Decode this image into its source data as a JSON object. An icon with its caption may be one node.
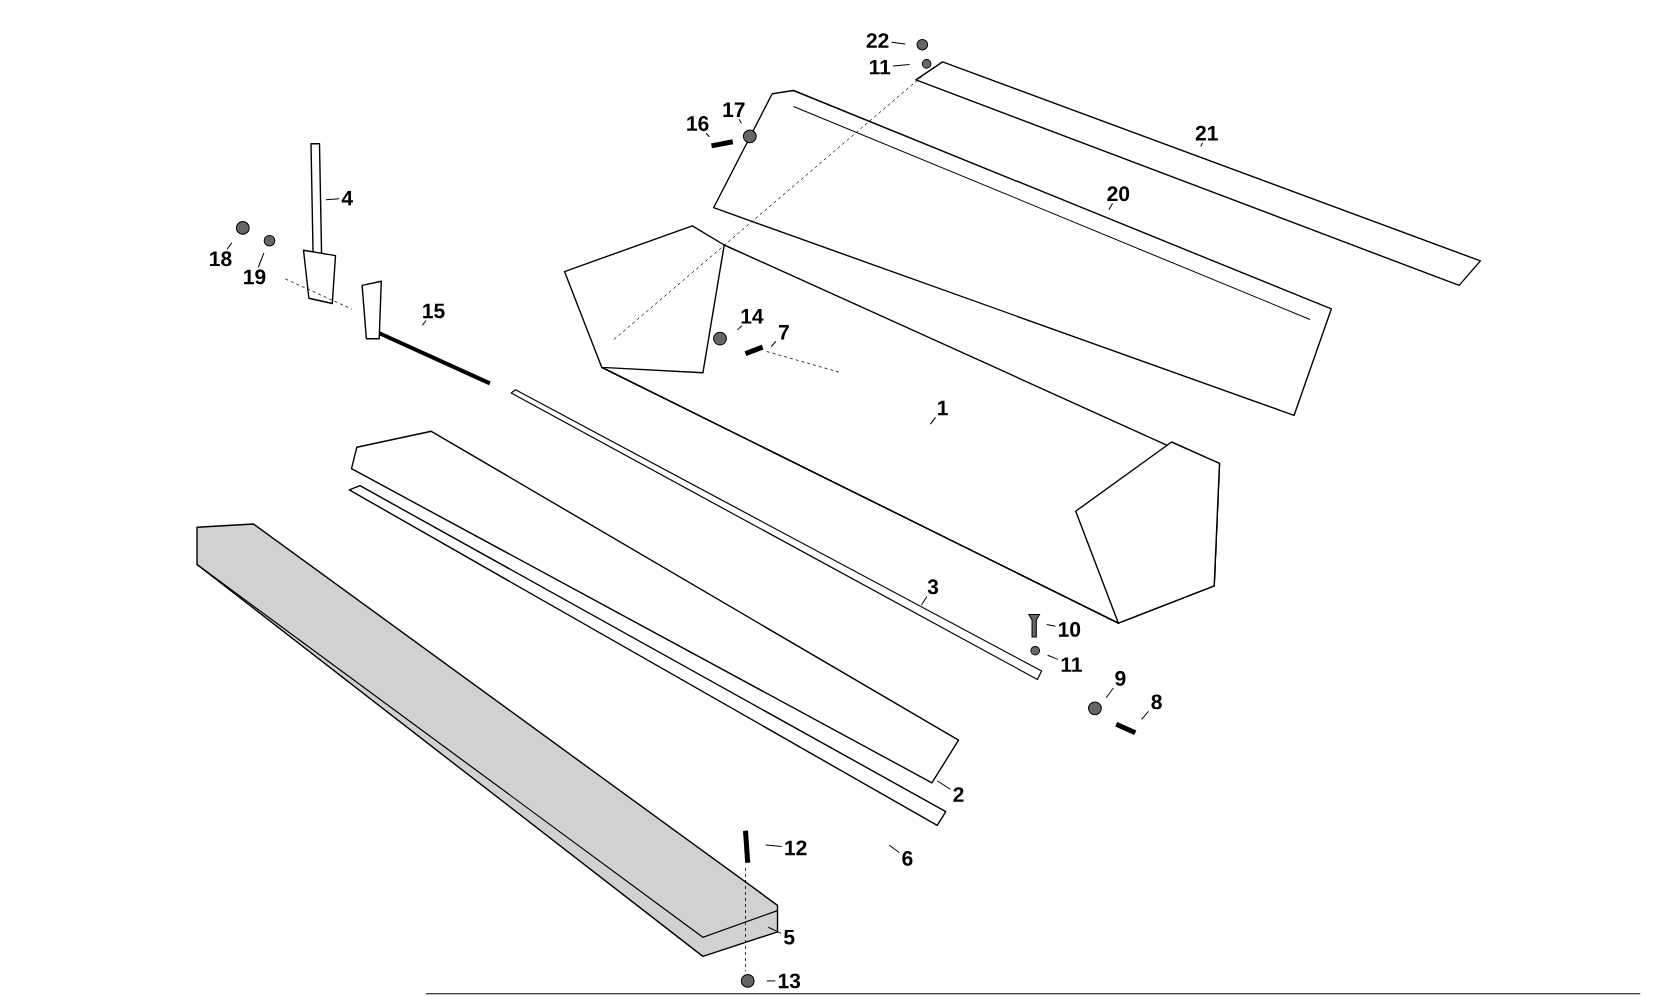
{
  "diagram": {
    "nodes": [
      {
        "text": [
          "22"
        ]
      },
      {
        "text": [
          "11"
        ]
      },
      {
        "text": [
          "16"
        ]
      },
      {
        "text": [
          "17"
        ]
      },
      {
        "text": [
          "21"
        ]
      },
      {
        "text": [
          "20"
        ]
      },
      {
        "text": [
          "4"
        ]
      },
      {
        "text": [
          "18"
        ]
      },
      {
        "text": [
          "19"
        ]
      },
      {
        "text": [
          "15"
        ]
      },
      {
        "text": [
          "14"
        ]
      },
      {
        "text": [
          "7"
        ]
      },
      {
        "text": [
          "1"
        ]
      },
      {
        "text": [
          "3"
        ]
      },
      {
        "text": [
          "10"
        ]
      },
      {
        "text": [
          "11"
        ]
      },
      {
        "text": [
          "9"
        ]
      },
      {
        "text": [
          "8"
        ]
      },
      {
        "text": [
          "2"
        ]
      },
      {
        "text": [
          "6"
        ]
      },
      {
        "text": [
          "12"
        ]
      },
      {
        "text": [
          "5"
        ]
      },
      {
        "text": [
          "13"
        ]
      }
    ],
    "edges": [
      {
        "from": 0,
        "to": null,
        "arrow": "none"
      },
      {
        "from": 1,
        "to": null,
        "arrow": "none"
      },
      {
        "from": 2,
        "to": null,
        "arrow": "none"
      },
      {
        "from": 3,
        "to": null,
        "arrow": "none"
      },
      {
        "from": 4,
        "to": null,
        "arrow": "none"
      },
      {
        "from": 5,
        "to": null,
        "arrow": "none"
      },
      {
        "from": 6,
        "to": null,
        "arrow": "none"
      },
      {
        "from": 7,
        "to": null,
        "arrow": "none"
      },
      {
        "from": 8,
        "to": null,
        "arrow": "none"
      },
      {
        "from": 9,
        "to": null,
        "arrow": "none"
      },
      {
        "from": 10,
        "to": null,
        "arrow": "none"
      },
      {
        "from": 11,
        "to": null,
        "arrow": "none"
      },
      {
        "from": 12,
        "to": null,
        "arrow": "none"
      },
      {
        "from": 13,
        "to": null,
        "arrow": "none"
      },
      {
        "from": 14,
        "to": null,
        "arrow": "none"
      },
      {
        "from": 15,
        "to": null,
        "arrow": "none"
      },
      {
        "from": 16,
        "to": null,
        "arrow": "none"
      },
      {
        "from": 17,
        "to": null,
        "arrow": "none"
      },
      {
        "from": 18,
        "to": null,
        "arrow": "none"
      },
      {
        "from": 19,
        "to": null,
        "arrow": "none"
      },
      {
        "from": 20,
        "to": null,
        "arrow": "none"
      },
      {
        "from": 21,
        "to": null,
        "arrow": "none"
      },
      {
        "from": 22,
        "to": null,
        "arrow": "none"
      }
    ]
  }
}
